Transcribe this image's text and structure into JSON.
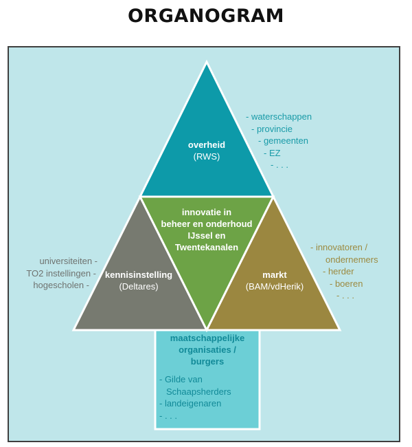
{
  "title": "ORGANOGRAM",
  "colors": {
    "overheid": "#0d9aa9",
    "center": "#6da346",
    "kennis": "#777a70",
    "markt": "#9b8740",
    "box": "#6ccfd6",
    "background": "#bfe6ea"
  },
  "top": {
    "name": "overheid",
    "sub": "(RWS)"
  },
  "center": {
    "line1": "innovatie in",
    "line2": "beheer en onderhoud",
    "line3": "IJssel en",
    "line4": "Twentekanalen"
  },
  "left": {
    "name": "kennisinstelling",
    "sub": "(Deltares)"
  },
  "right": {
    "name": "markt",
    "sub": "(BAM/vdHerik)"
  },
  "right_top_list": [
    "- waterschappen",
    "- provincie",
    "- gemeenten",
    "- EZ",
    "- . . ."
  ],
  "right_bottom_list": [
    "- innovatoren /",
    "ondernemers",
    "- herder",
    "- boeren",
    "- . . ."
  ],
  "left_list": [
    "universiteiten -",
    "TO2 instellingen -",
    "hogescholen -"
  ],
  "box": {
    "title1": "maatschappelijke",
    "title2": "organisaties /",
    "title3": "burgers",
    "items": [
      "- Gilde van",
      "Schaapsherders",
      "- landeigenaren",
      "- . . ."
    ]
  }
}
